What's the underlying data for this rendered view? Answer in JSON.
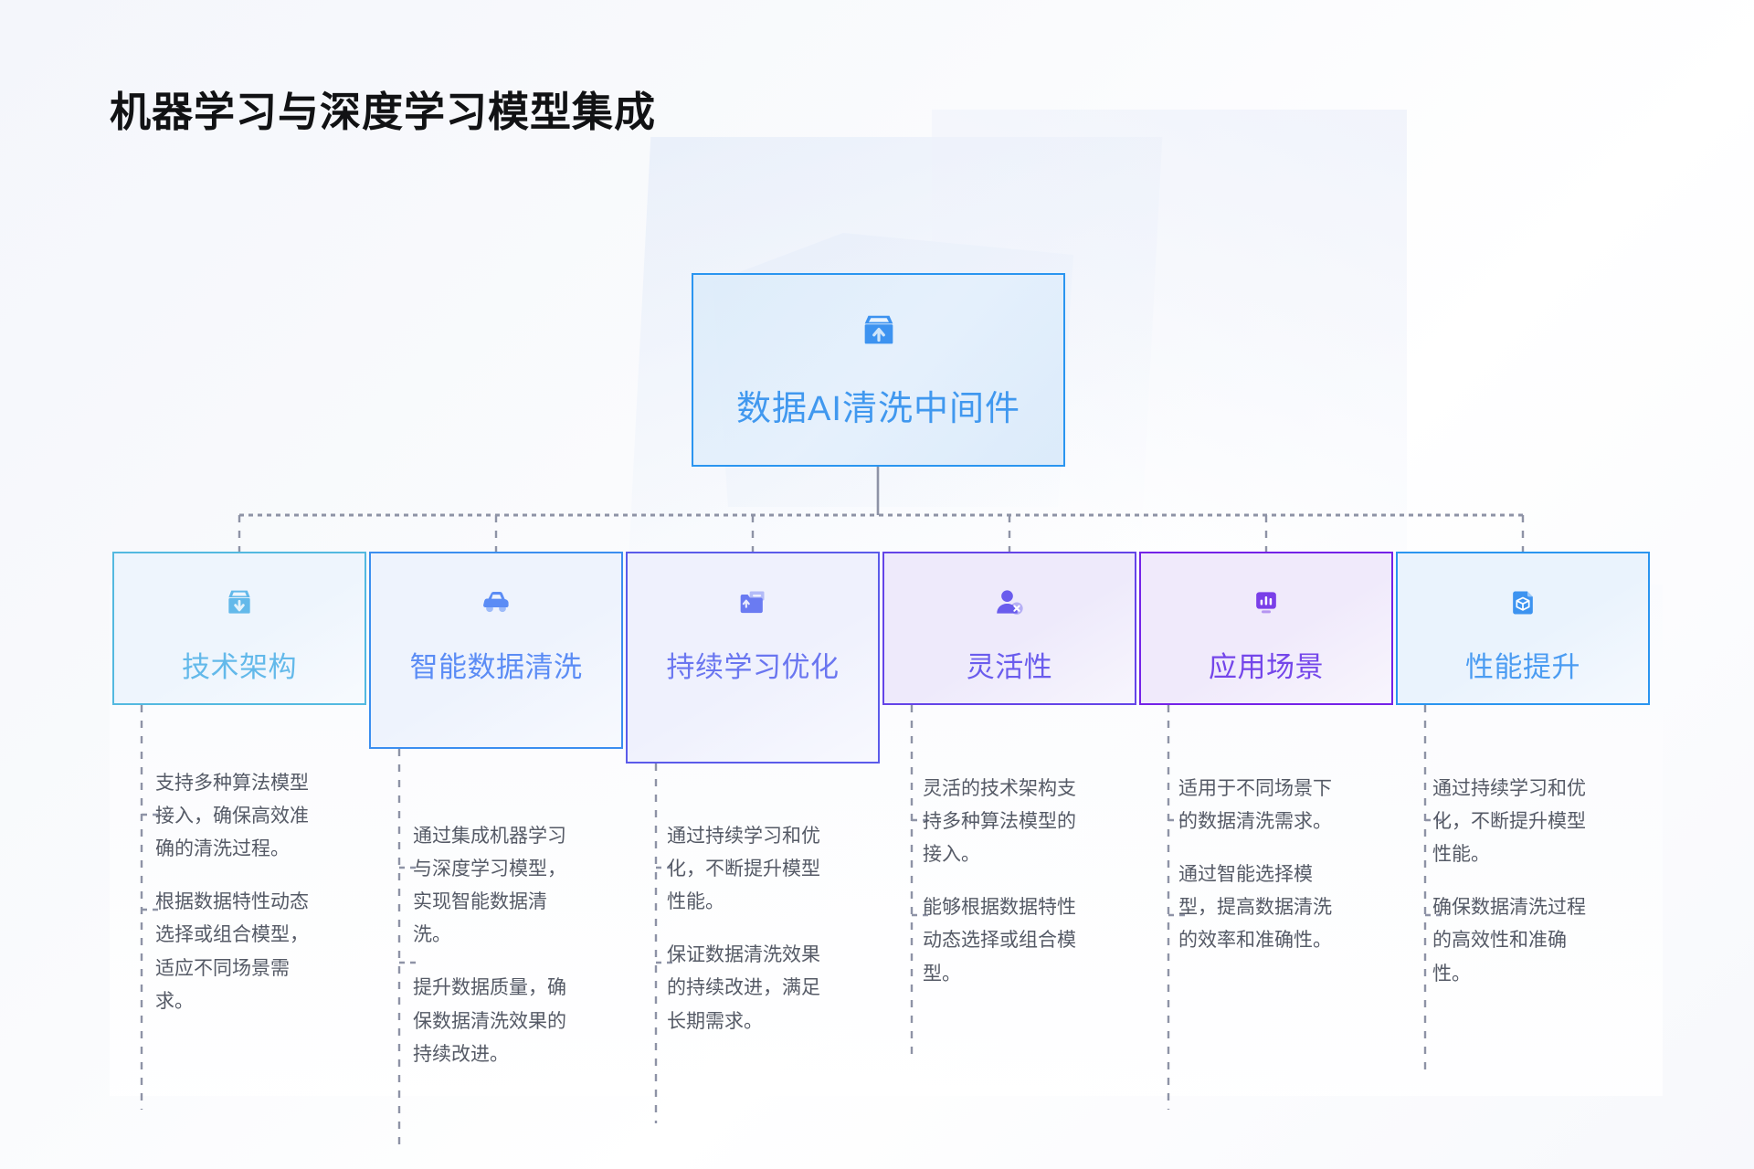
{
  "title": "机器学习与深度学习模型集成",
  "central": {
    "label": "数据AI清洗中间件",
    "icon": "package-upload-icon",
    "border_color": "#2a95f0",
    "text_color": "#4098ef"
  },
  "categories": [
    {
      "label": "技术架构",
      "icon": "inbox-download-icon",
      "border_color": "#53b9e0",
      "text_color": "#63b9ea",
      "icon_color": "#63b9ea",
      "bg": "#eef5fd",
      "descriptions": [
        "支持多种算法模型接入，确保高效准确的清洗过程。",
        "根据数据特性动态选择或组合模型，适应不同场景需求。"
      ]
    },
    {
      "label": "智能数据清洗",
      "icon": "car-icon",
      "border_color": "#3b8ef0",
      "text_color": "#5b8cf5",
      "icon_color": "#5b8cf5",
      "bg": "#eef3fd",
      "descriptions": [
        "通过集成机器学习与深度学习模型，实现智能数据清洗。",
        "提升数据质量，确保数据清洗效果的持续改进。"
      ]
    },
    {
      "label": "持续学习优化",
      "icon": "folder-upload-icon",
      "border_color": "#5b5bea",
      "text_color": "#6a76f0",
      "icon_color": "#6a7bf2",
      "bg": "#eff1fd",
      "descriptions": [
        "通过持续学习和优化，不断提升模型性能。",
        "保证数据清洗效果的持续改进，满足长期需求。"
      ]
    },
    {
      "label": "灵活性",
      "icon": "user-remove-icon",
      "border_color": "#6444e8",
      "text_color": "#6a5ced",
      "icon_color": "#6a5ced",
      "bg": "#eeeafb",
      "descriptions": [
        "灵活的技术架构支持多种算法模型的接入。",
        "能够根据数据特性动态选择或组合模型。"
      ]
    },
    {
      "label": "应用场景",
      "icon": "bar-chart-monitor-icon",
      "border_color": "#7422e8",
      "text_color": "#7446ea",
      "icon_color": "#7a3fe8",
      "bg": "#f0eafb",
      "descriptions": [
        "适用于不同场景下的数据清洗需求。",
        "通过智能选择模型，提高数据清洗的效率和准确性。"
      ]
    },
    {
      "label": "性能提升",
      "icon": "cube-file-icon",
      "border_color": "#2a95f0",
      "text_color": "#4b9cf2",
      "icon_color": "#3d93f0",
      "bg": "#eaf3fd",
      "descriptions": [
        "通过持续学习和优化，不断提升模型性能。",
        "确保数据清洗过程的高效性和准确性。"
      ]
    }
  ],
  "connector_color": "#8e93a6"
}
